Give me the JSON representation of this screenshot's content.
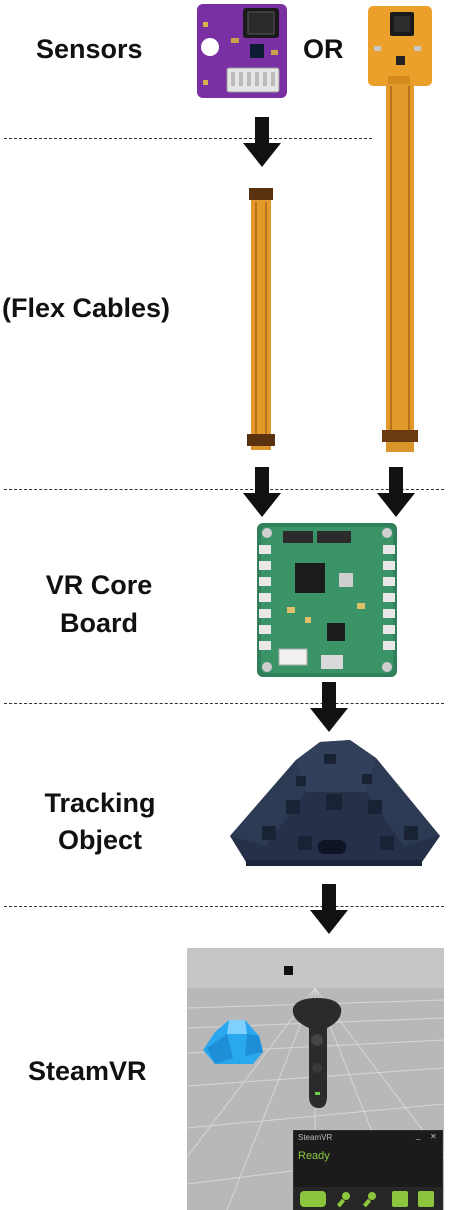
{
  "labels": {
    "sensors": "Sensors",
    "or": "OR",
    "flex_cables": "(Flex Cables)",
    "vr_core_line1": "VR Core",
    "vr_core_line2": "Board",
    "tracking_line1": "Tracking",
    "tracking_line2": "Object",
    "steamvr": "SteamVR"
  },
  "steamvr_panel": {
    "title": "SteamVR",
    "status": "Ready",
    "minimize": "_",
    "close": "✕"
  },
  "colors": {
    "sensor_board_purple": "#7a2fa3",
    "flex_cable_orange": "#e39a2a",
    "core_board_green": "#2f7f5a",
    "tracker_navy": "#263149",
    "steamvr_accent": "#8cc63f",
    "arrow": "#111111"
  },
  "icons": [
    "down-arrow-icon",
    "headset-icon",
    "controller-icon",
    "base-station-icon",
    "settings-icon"
  ]
}
